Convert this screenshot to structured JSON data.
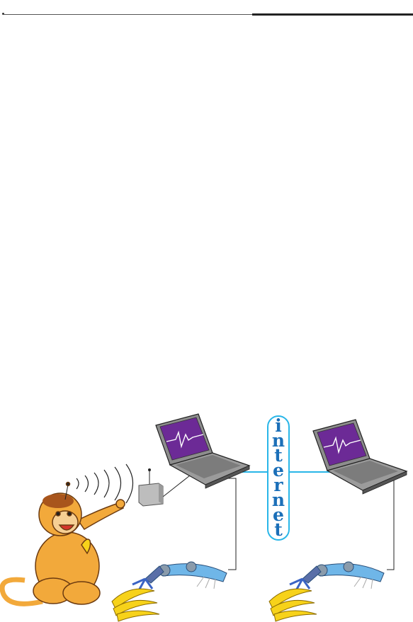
{
  "internet_label": [
    "i",
    "n",
    "t",
    "e",
    "r",
    "n",
    "e",
    "t"
  ],
  "colors": {
    "internet_blue": "#1b6fb8",
    "link_cyan": "#29b6e8",
    "screen_purple": "#6c2a96",
    "monkey_orange": "#f2a93b",
    "banana_yellow": "#f7d21a",
    "arm_blue": "#6fb6e8"
  },
  "icons": [
    "monkey-icon",
    "signal-waves-icon",
    "receiver-box-icon",
    "laptop-icon",
    "robot-arm-icon",
    "banana-bunch-icon"
  ]
}
